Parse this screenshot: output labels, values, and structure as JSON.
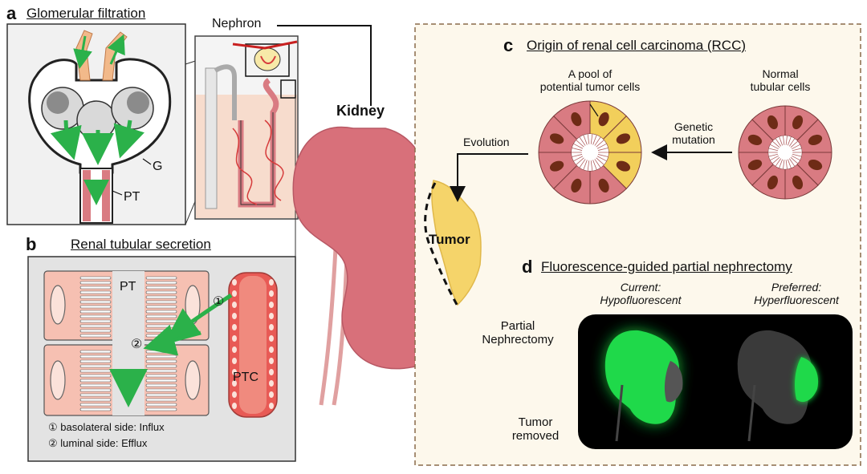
{
  "panel_a": {
    "letter": "a",
    "title": "Glomerular filtration",
    "label_g": "G",
    "label_pt": "PT"
  },
  "nephron": {
    "label": "Nephron"
  },
  "kidney": {
    "label": "Kidney",
    "tumor_label": "Tumor"
  },
  "panel_b": {
    "letter": "b",
    "title": "Renal tubular secretion",
    "label_pt": "PT",
    "label_ptc": "PTC",
    "step1_marker": "①",
    "step2_marker": "②",
    "legend": [
      "① basolateral side: Influx",
      "② luminal side: Efflux"
    ]
  },
  "panel_c": {
    "letter": "c",
    "title": "Origin of renal cell carcinoma (RCC)",
    "pool_label": "A pool of\npotential tumor cells",
    "normal_label": "Normal\ntubular cells",
    "mutation_label": "Genetic\nmutation",
    "evolution_label": "Evolution"
  },
  "panel_d": {
    "letter": "d",
    "title": "Fluorescence-guided partial nephrectomy",
    "current_label": "Current:\nHypofluorescent",
    "preferred_label": "Preferred:\nHyperfluorescent"
  },
  "partial_nephrectomy": {
    "label": "Partial\nNephrectomy",
    "removed_label": "Tumor\nremoved"
  },
  "colors": {
    "kidney": "#d8707a",
    "tumor": "#f5d46a",
    "cell_pink": "#d97b82",
    "cell_yellow": "#f2cf5b",
    "nucleus": "#6e2b16",
    "arrow_green": "#2bb14a",
    "fluor_green": "#17d941",
    "panel_c_bg": "#fdf8ec"
  }
}
